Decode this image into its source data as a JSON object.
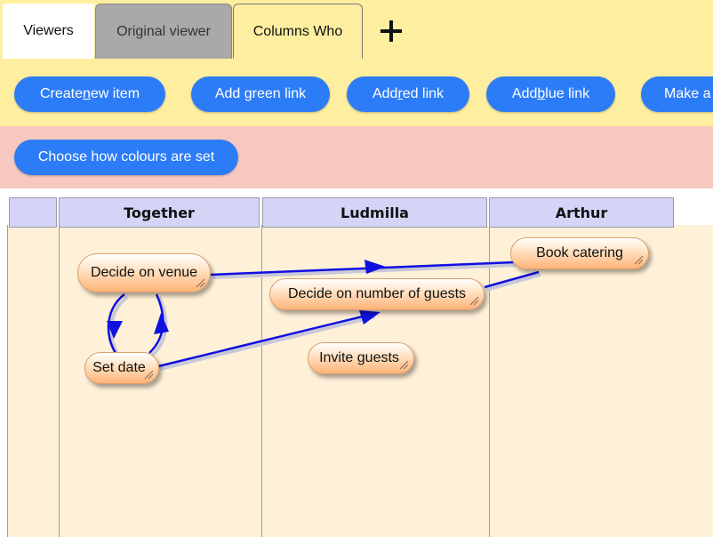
{
  "tabs": {
    "viewers": "Viewers",
    "original": "Original viewer",
    "columns": "Columns Who",
    "add": "+"
  },
  "toolbar": {
    "create_pre": "Create ",
    "create_key": "n",
    "create_post": "ew item",
    "green": "Add green link",
    "red_pre": "Add ",
    "red_key": "r",
    "red_post": "ed link",
    "blue_pre": "Add ",
    "blue_key": "b",
    "blue_post": "lue link",
    "make": "Make a"
  },
  "toolbar2": {
    "colours": "Choose how colours are set"
  },
  "columns": [
    "",
    "Together",
    "Ludmilla",
    "Arthur"
  ],
  "nodes": {
    "venue": "Decide on venue",
    "guests": "Decide on number of guests",
    "catering": "Book catering",
    "date": "Set date",
    "invite": "Invite guests"
  },
  "colors": {
    "button": "#2d7cf7",
    "link": "#1010e0",
    "header": "#d4d4f6",
    "canvas": "#fff0d8"
  }
}
